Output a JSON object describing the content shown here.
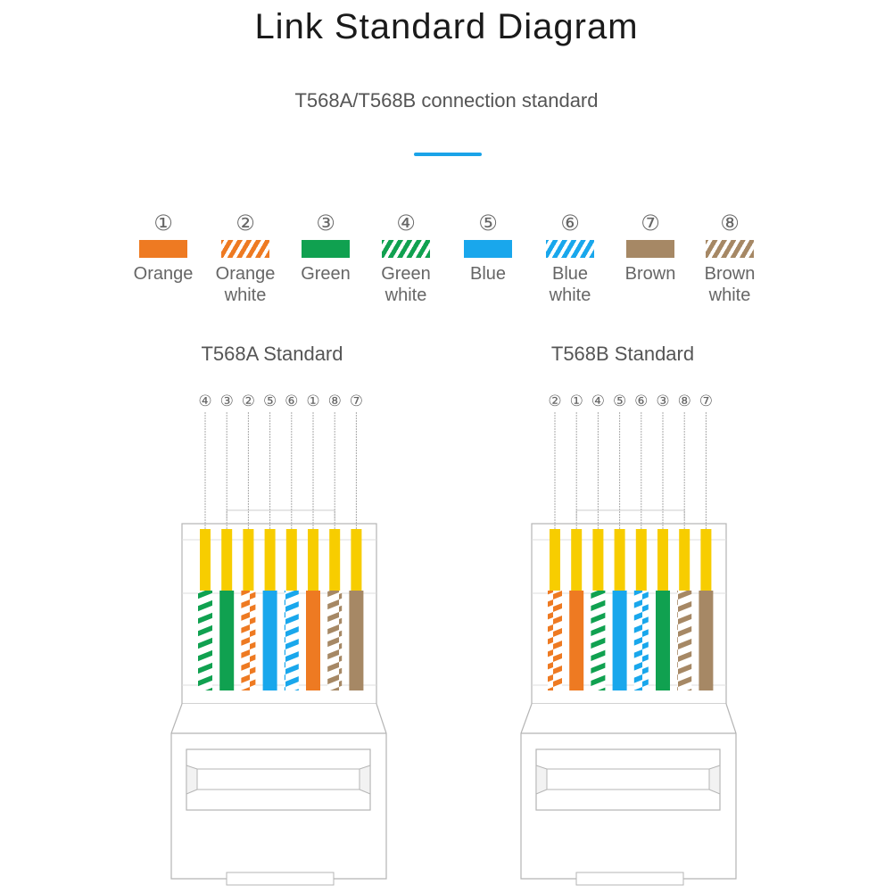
{
  "header": {
    "title": "Link Standard Diagram",
    "subtitle": "T568A/T568B connection standard",
    "accent_color": "#1aa3e8"
  },
  "legend": [
    {
      "num": "①",
      "label_line1": "Orange",
      "label_line2": "",
      "color": "#ee7a22",
      "striped": false
    },
    {
      "num": "②",
      "label_line1": "Orange",
      "label_line2": "white",
      "color": "#ee7a22",
      "striped": true
    },
    {
      "num": "③",
      "label_line1": "Green",
      "label_line2": "",
      "color": "#10a150",
      "striped": false
    },
    {
      "num": "④",
      "label_line1": "Green",
      "label_line2": "white",
      "color": "#10a150",
      "striped": true
    },
    {
      "num": "⑤",
      "label_line1": "Blue",
      "label_line2": "",
      "color": "#19a7ec",
      "striped": false
    },
    {
      "num": "⑥",
      "label_line1": "Blue",
      "label_line2": "white",
      "color": "#19a7ec",
      "striped": true
    },
    {
      "num": "⑦",
      "label_line1": "Brown",
      "label_line2": "",
      "color": "#a68865",
      "striped": false
    },
    {
      "num": "⑧",
      "label_line1": "Brown",
      "label_line2": "white",
      "color": "#a68865",
      "striped": true
    }
  ],
  "standards": [
    {
      "title": "T568A Standard",
      "pin_order": [
        "④",
        "③",
        "②",
        "⑤",
        "⑥",
        "①",
        "⑧",
        "⑦"
      ]
    },
    {
      "title": "T568B Standard",
      "pin_order": [
        "②",
        "①",
        "④",
        "⑤",
        "⑥",
        "③",
        "⑧",
        "⑦"
      ]
    }
  ],
  "colors": {
    "contact_gold": "#f7cd00",
    "connector_outline": "#b5b5b5",
    "connector_fill": "#ffffff",
    "lead_line": "#aaaaaa"
  }
}
